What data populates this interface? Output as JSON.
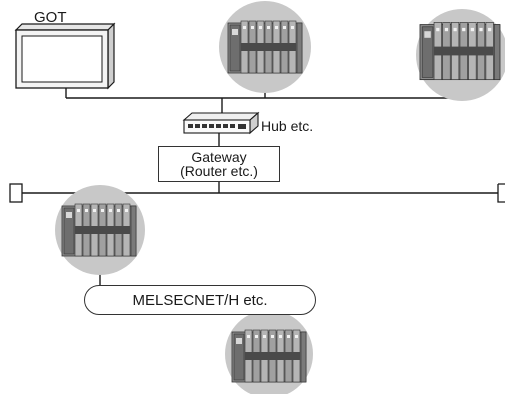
{
  "labels": {
    "got": "GOT",
    "hub": "Hub etc.",
    "gateway_line1": "Gateway",
    "gateway_line2": "(Router etc.)",
    "network": "MELSECNET/H etc."
  },
  "colors": {
    "line": "#1a1a1a",
    "highlight_circle": "#c8c8c8",
    "device_body": "#9a9a9a",
    "device_dark": "#4a4a4a"
  },
  "icons": [
    "got-terminal-icon",
    "plc-rack-icon",
    "hub-icon",
    "bus-terminator-icon"
  ]
}
